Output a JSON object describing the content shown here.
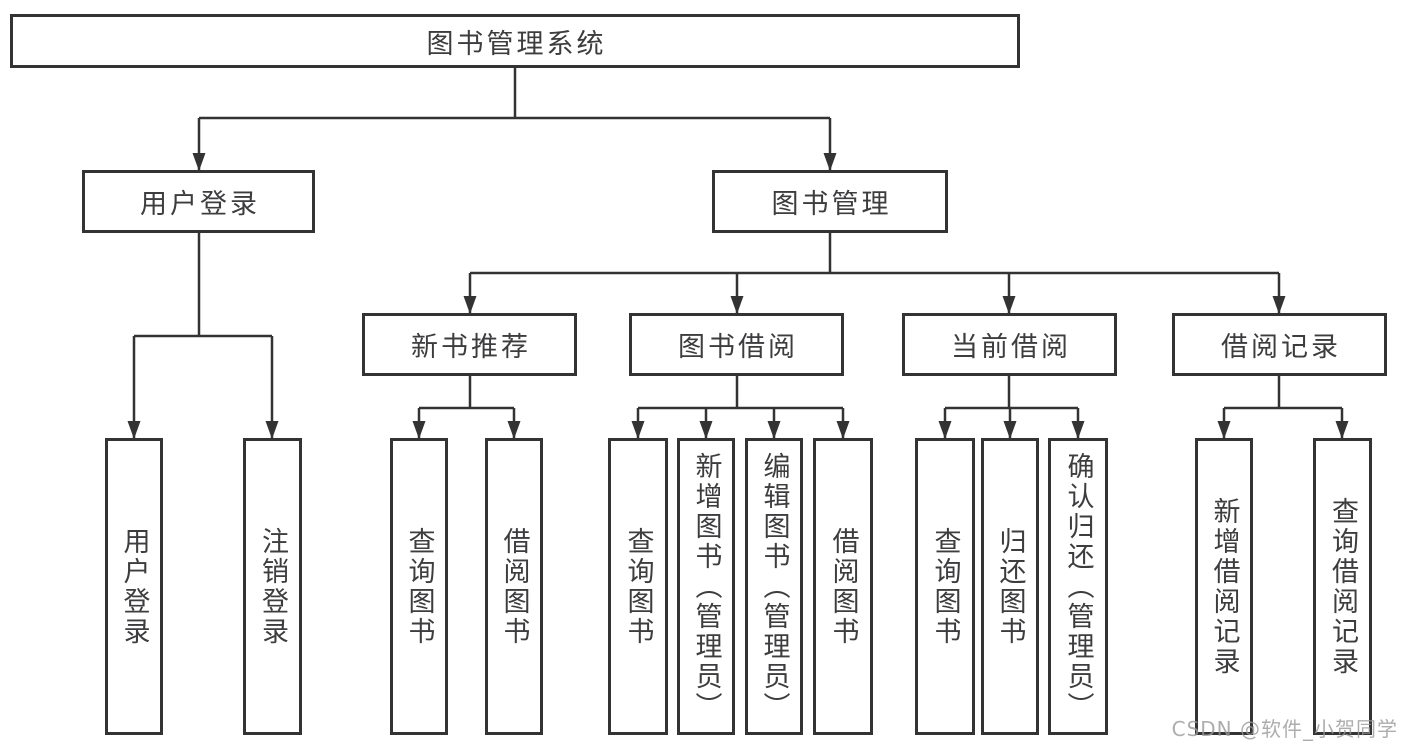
{
  "diagram": {
    "title": "图书管理系统",
    "tree": {
      "root": "图书管理系统",
      "level2": [
        "用户登录",
        "图书管理"
      ],
      "level3": [
        "新书推荐",
        "图书借阅",
        "当前借阅",
        "借阅记录"
      ],
      "leaves": {
        "login": [
          "用户登录",
          "注销登录"
        ],
        "recommend": [
          "查询图书",
          "借阅图书"
        ],
        "borrow": [
          "查询图书",
          "新增图书（管理员）",
          "编辑图书（管理员）",
          "借阅图书"
        ],
        "current": [
          "查询图书",
          "归还图书",
          "确认归还（管理员）"
        ],
        "records": [
          "新增借阅记录",
          "查询借阅记录"
        ]
      }
    },
    "colors": {
      "line": "#333333",
      "border": "#333333",
      "text": "#3d3d3f",
      "background": "#ffffff",
      "watermark": "#989898"
    }
  },
  "watermark": "CSDN @软件_小贺同学"
}
